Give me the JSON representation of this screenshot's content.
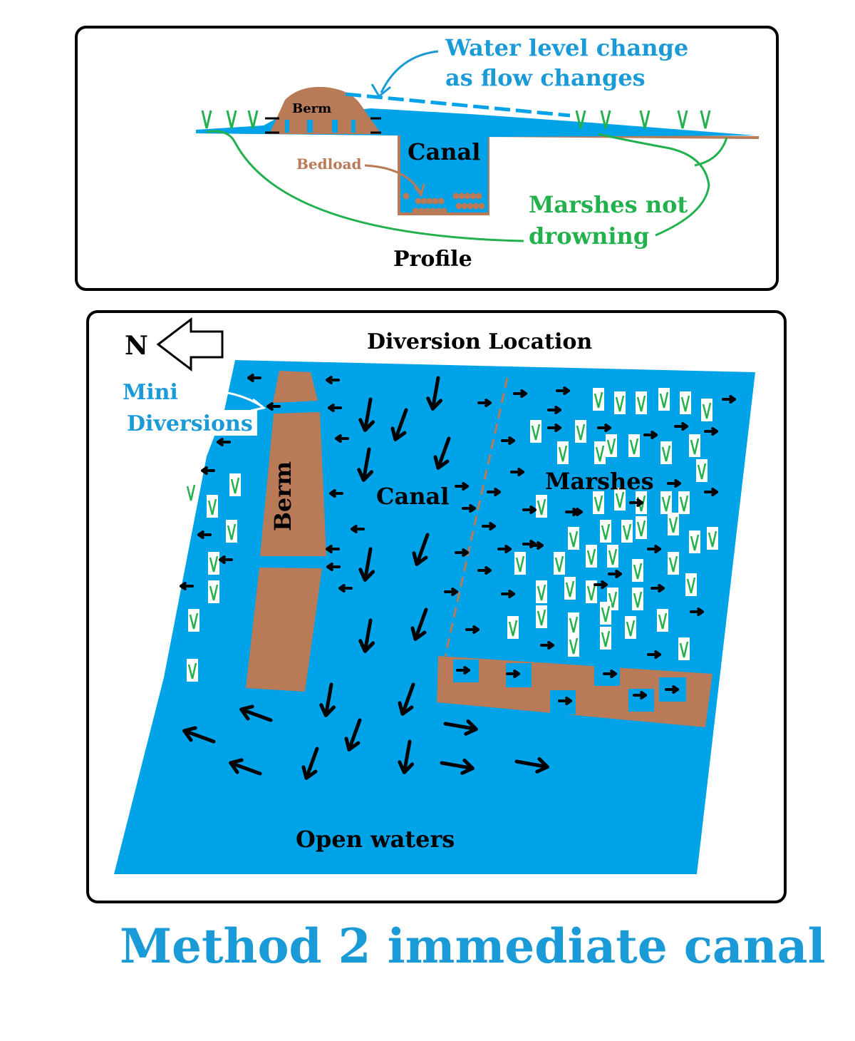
{
  "profile": {
    "water_level_note_line1": "Water level change",
    "water_level_note_line2": "as flow changes",
    "berm_label": "Berm",
    "canal_label": "Canal",
    "bedload_label": "Bedload",
    "marsh_note_line1": "Marshes not",
    "marsh_note_line2": "drowning",
    "title": "Profile"
  },
  "plan": {
    "north_label": "N",
    "title": "Diversion Location",
    "mini_diversions_line1": "Mini",
    "mini_diversions_line2": "Diversions",
    "berm_label": "Berm",
    "canal_label": "Canal",
    "marshes_label": "Marshes",
    "open_waters_label": "Open waters"
  },
  "caption": "Method 2 immediate canal",
  "colors": {
    "water": "#00a2e8",
    "soil": "#b97a57",
    "vegetation": "#22b14c",
    "annotation_blue": "#1a9ad6"
  }
}
